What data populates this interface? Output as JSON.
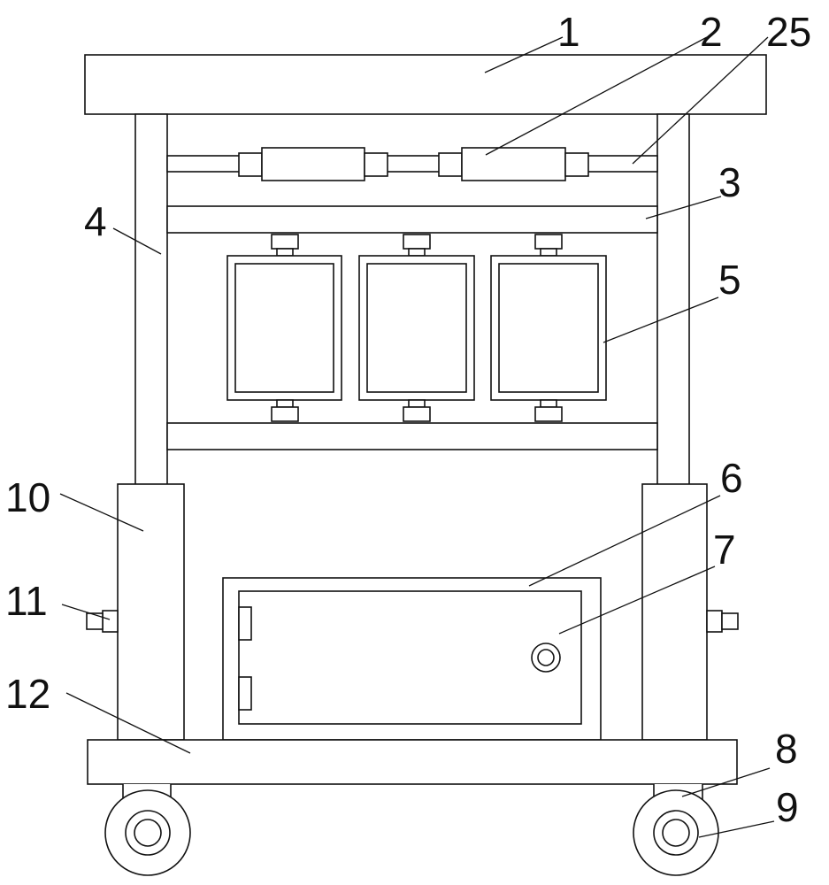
{
  "labels": {
    "l1": "1",
    "l2": "2",
    "l25": "25",
    "l3": "3",
    "l4": "4",
    "l5": "5",
    "l6": "6",
    "l7": "7",
    "l8": "8",
    "l9": "9",
    "l10": "10",
    "l11": "11",
    "l12": "12"
  }
}
